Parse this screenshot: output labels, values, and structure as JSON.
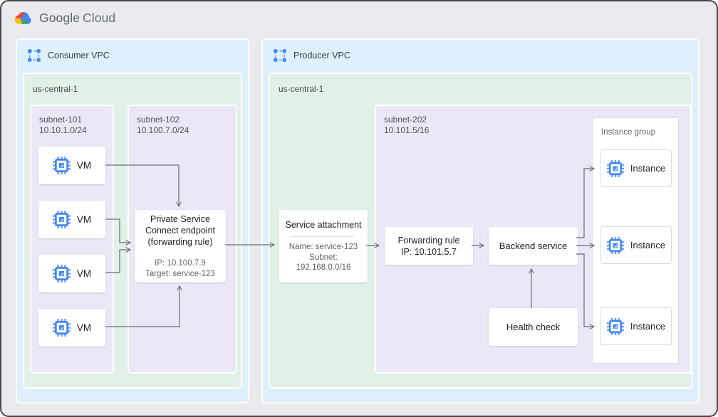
{
  "logo": {
    "google": "Google",
    "cloud": "Cloud"
  },
  "consumer_vpc": {
    "title": "Consumer VPC",
    "region": {
      "name": "us-central-1"
    },
    "subnet101": {
      "name": "subnet-101",
      "cidr": "10.10.1.0/24",
      "vms": [
        {
          "label": "VM"
        },
        {
          "label": "VM"
        },
        {
          "label": "VM"
        },
        {
          "label": "VM"
        }
      ]
    },
    "subnet102": {
      "name": "subnet-102",
      "cidr": "10.100.7.0/24",
      "psc_endpoint": {
        "title": "Private Service Connect endpoint (forwarding rule)",
        "ip": "IP: 10.100.7.9",
        "target": "Target: service-123"
      }
    }
  },
  "producer_vpc": {
    "title": "Producer VPC",
    "region": {
      "name": "us-central-1"
    },
    "service_attachment": {
      "title": "Service attachment",
      "name_line": "Name: service-123",
      "subnet_line": "Subnet: 192.168.0.0/16"
    },
    "subnet202": {
      "name": "subnet-202",
      "cidr": "10.101.5/16",
      "forwarding_rule": {
        "title": "Forwarding rule",
        "ip": "IP: 10.101.5.7"
      },
      "backend_service": {
        "title": "Backend service"
      },
      "health_check": {
        "title": "Health check"
      },
      "instance_group": {
        "title": "Instance group",
        "instances": [
          {
            "label": "Instance"
          },
          {
            "label": "Instance"
          },
          {
            "label": "Instance"
          }
        ]
      }
    }
  },
  "colors": {
    "page_bg": "#e9ebee",
    "vpc_fill": "#def0fc",
    "region_fill": "#e2f1e7",
    "subnet_fill": "#ece7f6",
    "accent_blue": "#4285f4",
    "arrow": "#6d6d6d",
    "logo_red": "#ea4335",
    "logo_yellow": "#fbbc04",
    "logo_green": "#34a853",
    "text_dark": "#202124",
    "text_gray": "#5f6368"
  }
}
